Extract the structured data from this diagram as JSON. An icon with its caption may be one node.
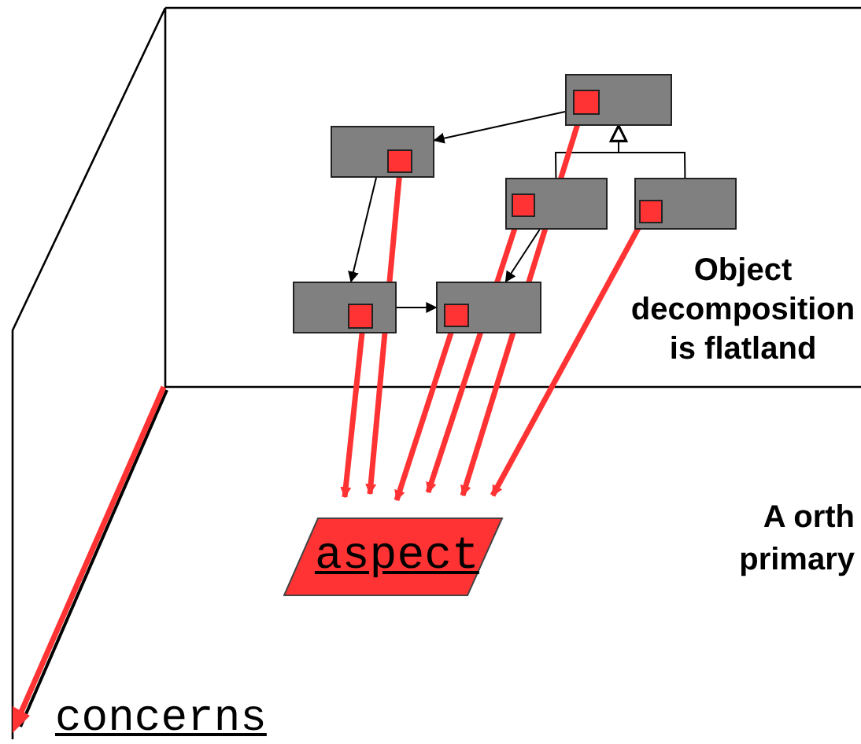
{
  "diagram": {
    "nodes": [
      {
        "text": [],
        "shape": "box"
      },
      {
        "text": [],
        "shape": "box",
        "in": 0
      },
      {
        "text": [],
        "shape": "box"
      },
      {
        "text": [],
        "shape": "box",
        "in": 2
      },
      {
        "text": [],
        "shape": "box"
      },
      {
        "text": [],
        "shape": "box",
        "in": 4
      },
      {
        "text": [],
        "shape": "box"
      },
      {
        "text": [],
        "shape": "box",
        "in": 6
      },
      {
        "text": [],
        "shape": "box"
      },
      {
        "text": [],
        "shape": "box",
        "in": 8
      },
      {
        "text": [],
        "shape": "box"
      },
      {
        "text": [],
        "shape": "box",
        "in": 10
      },
      {
        "text": [
          "aspect"
        ]
      }
    ],
    "edges": [
      {
        "from": 0,
        "to": 2,
        "arrow": "to"
      },
      {
        "from": 2,
        "to": 8,
        "arrow": "to"
      },
      {
        "from": 8,
        "to": 10,
        "arrow": "to"
      },
      {
        "from": 4,
        "to": 10,
        "arrow": "to"
      },
      {
        "from": 4,
        "to": 0,
        "arrow": "to"
      },
      {
        "from": 6,
        "to": 0,
        "arrow": "to"
      },
      {
        "from": 9,
        "to": 12,
        "arrow": "to",
        "style": "thick",
        "color": "#ff3333"
      },
      {
        "from": 3,
        "to": 12,
        "arrow": "to",
        "style": "thick",
        "color": "#ff3333"
      },
      {
        "from": 11,
        "to": 12,
        "arrow": "to",
        "style": "thick",
        "color": "#ff3333"
      },
      {
        "from": 5,
        "to": 12,
        "arrow": "to",
        "style": "thick",
        "color": "#ff3333"
      },
      {
        "from": 1,
        "to": 12,
        "arrow": "to",
        "style": "thick",
        "color": "#ff3333"
      },
      {
        "from": 7,
        "to": 12,
        "arrow": "to",
        "style": "thick",
        "color": "#ff3333"
      }
    ],
    "labels": [
      "Object decomposition is flatland",
      "A orth primary",
      "concerns"
    ]
  }
}
